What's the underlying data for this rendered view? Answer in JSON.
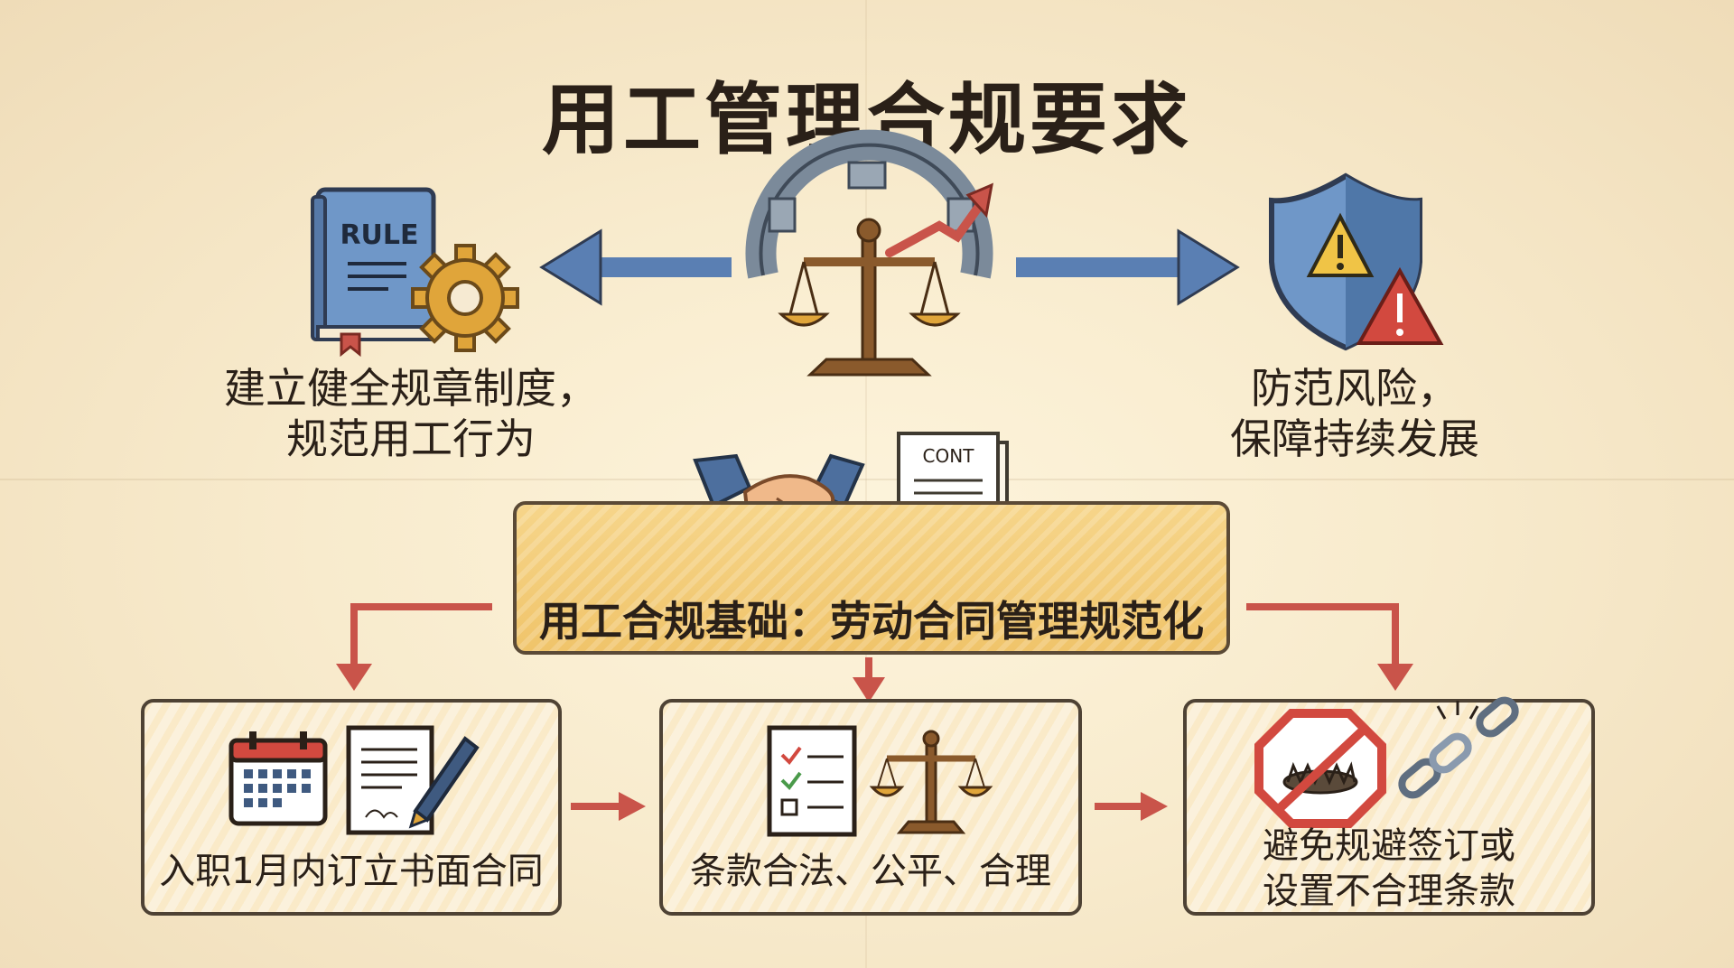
{
  "title": "用工管理合规要求",
  "left_caption": [
    "建立健全规章制度，",
    "规范用工行为"
  ],
  "right_caption": [
    "防范风险，",
    "保障持续发展"
  ],
  "book_label": "RULE",
  "contract_label": "CONT",
  "banner_text": "用工合规基础：劳动合同管理规范化",
  "steps": [
    {
      "lines": [
        "入职1月内订立书面合同"
      ]
    },
    {
      "lines": [
        "条款合法、公平、合理"
      ]
    },
    {
      "lines": [
        "避免规避签订或",
        "设置不合理条款"
      ]
    }
  ],
  "colors": {
    "title": "#2a2018",
    "blue_arrow": "#5a7fb3",
    "red_arrow": "#c9544a",
    "banner": "#f0c46a",
    "gold": "#e0a53a",
    "shield": "#6f97c8"
  },
  "icons": [
    "rule-book-icon",
    "gear-icon",
    "scales-gear-icon",
    "growth-arrow-icon",
    "shield-warning-icon",
    "handshake-icon",
    "contract-icon",
    "calendar-icon",
    "signed-document-icon",
    "pen-icon",
    "checklist-icon",
    "scales-icon",
    "prohibited-trap-icon",
    "broken-chain-icon"
  ]
}
